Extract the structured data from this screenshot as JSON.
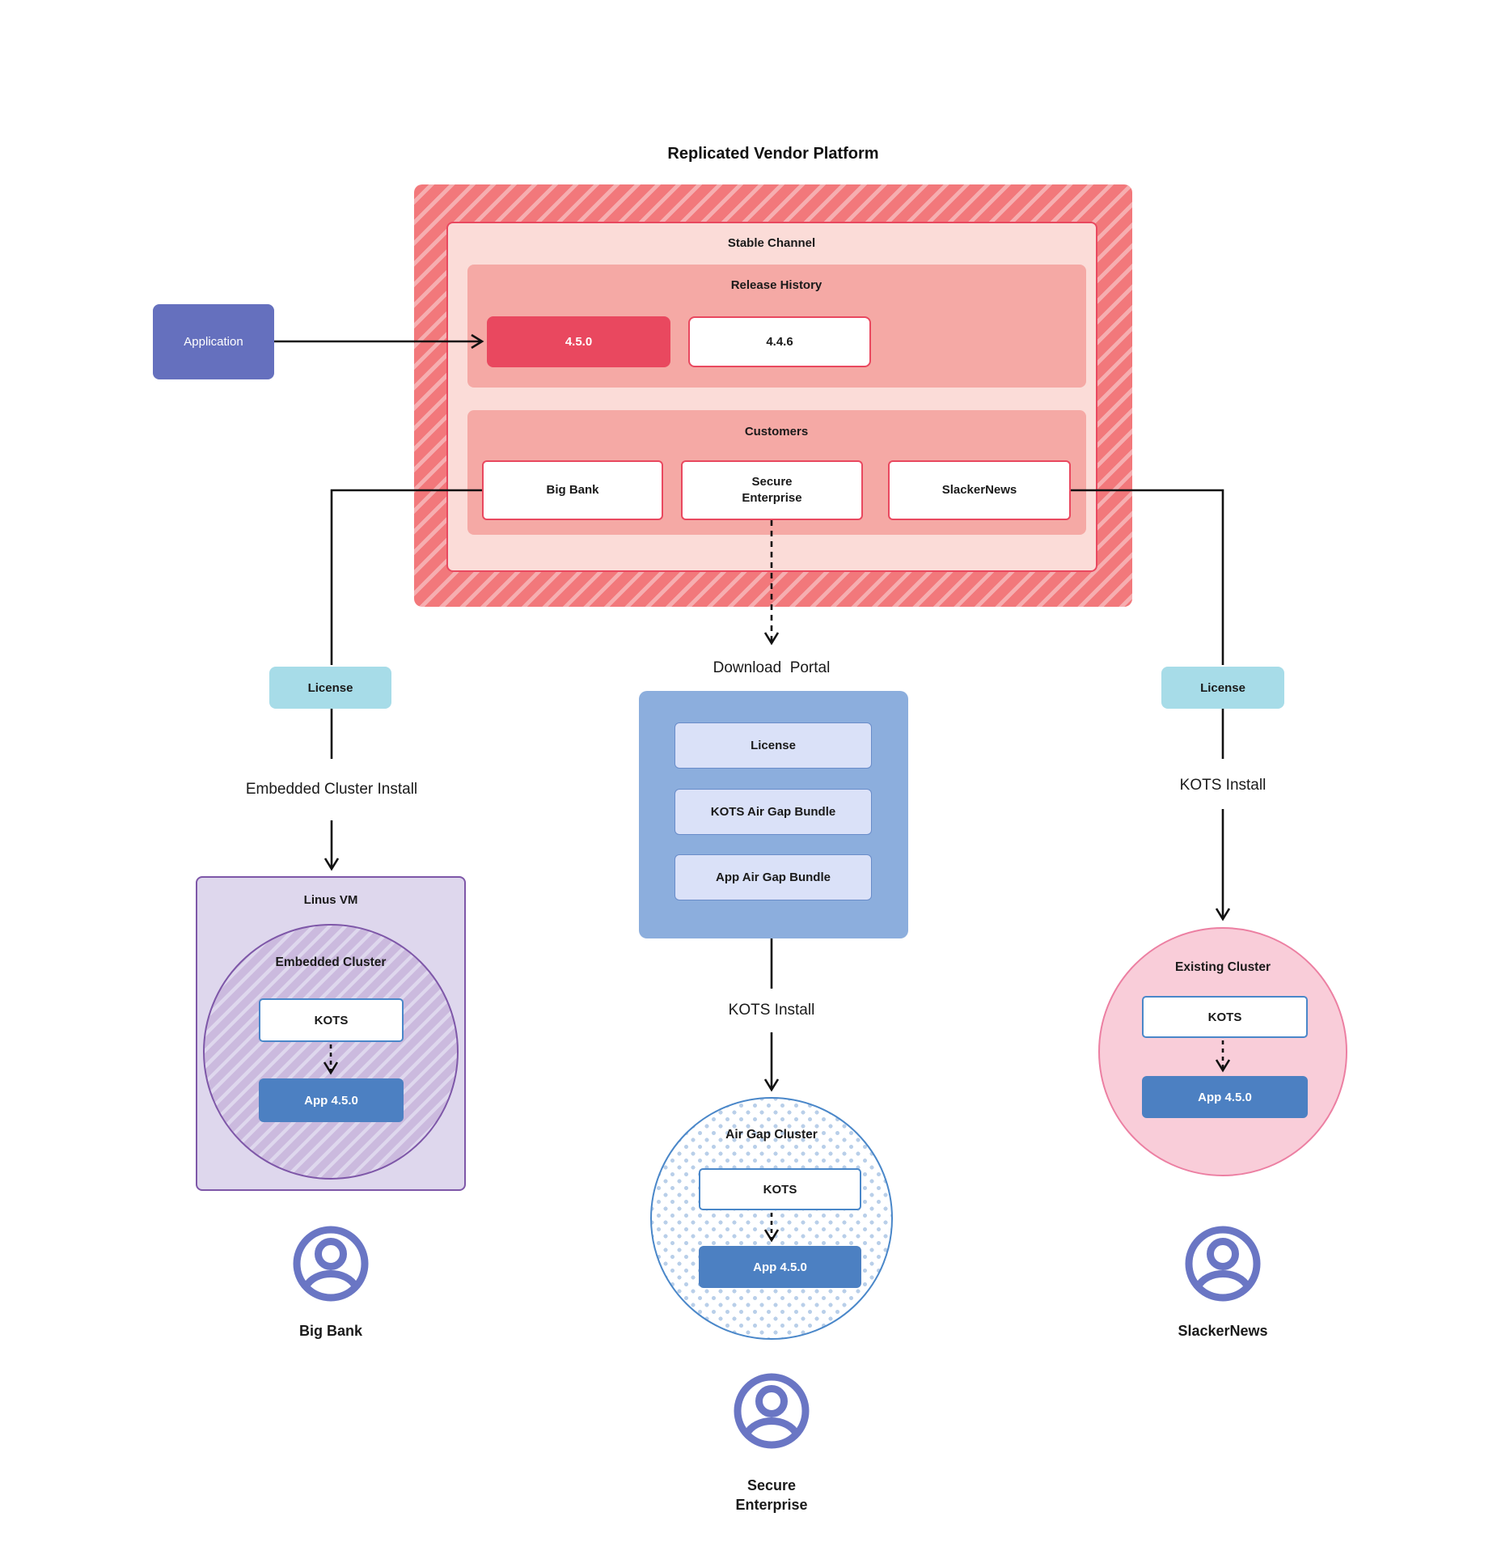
{
  "title": "Replicated Vendor Platform",
  "platform": {
    "stable_channel_label": "Stable Channel",
    "release_history_label": "Release History",
    "releases": {
      "current": "4.5.0",
      "previous": "4.4.6"
    },
    "customers_label": "Customers",
    "customers": [
      "Big Bank",
      "Secure Enterprise",
      "SlackerNews"
    ]
  },
  "application_label": "Application",
  "left_branch": {
    "license": "License",
    "install": "Embedded Cluster Install",
    "vm": "Linus VM",
    "cluster": "Embedded Cluster",
    "kots": "KOTS",
    "app": "App 4.5.0",
    "customer": "Big Bank"
  },
  "middle_branch": {
    "portal_title": "Download  Portal",
    "portal_items": [
      "License",
      "KOTS Air Gap Bundle",
      "App Air Gap Bundle"
    ],
    "install": "KOTS Install",
    "cluster": "Air Gap Cluster",
    "kots": "KOTS",
    "app": "App 4.5.0",
    "customer": "Secure Enterprise"
  },
  "right_branch": {
    "license": "License",
    "install": "KOTS Install",
    "cluster": "Existing Cluster",
    "kots": "KOTS",
    "app": "App 4.5.0",
    "customer": "SlackerNews"
  },
  "colors": {
    "accent_red": "#e9485f",
    "hatch_dark": "#f2787b",
    "hatch_light": "#f6aeb0",
    "channel_bg": "#fbdcd8",
    "band_bg": "#f5a9a5",
    "application_purple": "#6570be",
    "license_cyan": "#a7dce8",
    "portal_blue": "#8caedd",
    "portal_item_bg": "#dae1f8",
    "portal_item_border": "#698cc9",
    "app_blue": "#4c80c2",
    "kots_border": "#4a87c9",
    "vm_bg": "#ded7ed",
    "vm_border": "#7e57a8",
    "vm_hatch": "#cbbade",
    "pink_circle_bg": "#f9cdd9",
    "pink_circle_border": "#ec7fa2",
    "dot_blue": "#b9cfe9",
    "person_icon": "#6a76c4"
  }
}
